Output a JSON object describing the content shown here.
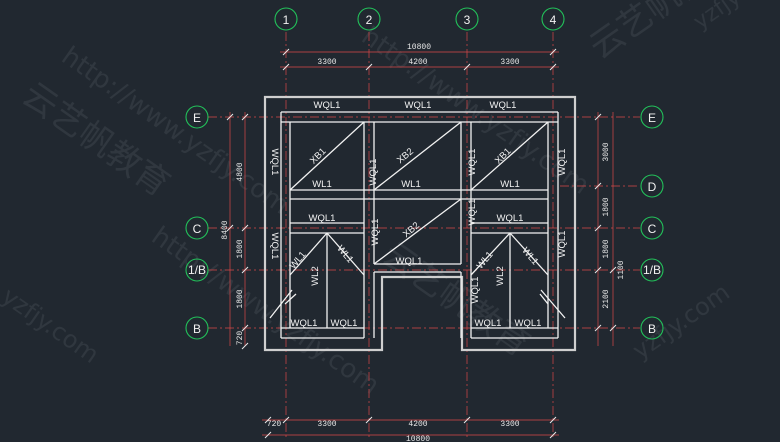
{
  "colors": {
    "background": "#212830",
    "wall": "#cfcfcf",
    "beam": "#f2f2f2",
    "dimension": "#d94848",
    "axis_bubble": "#22c15a",
    "axis_line": "#d94848"
  },
  "watermarks": [
    "http://www.yzfjy.com",
    "云艺帆教育",
    "yzfjy.com",
    "yzfjy",
    ".com"
  ],
  "axes": {
    "top": [
      "1",
      "2",
      "3",
      "4"
    ],
    "left": [
      "E",
      "C",
      "1/B",
      "B"
    ],
    "right": [
      "E",
      "D",
      "C",
      "1/B",
      "B"
    ]
  },
  "dimensions": {
    "top_total": "10800",
    "top_parts": [
      "3300",
      "4200",
      "3300"
    ],
    "bottom_parts": [
      "720",
      "3300",
      "4200",
      "3300"
    ],
    "bottom_total": "10800",
    "left_total": "8400",
    "left_parts": [
      "4800",
      "1800",
      "1800",
      "720"
    ],
    "right_parts": [
      "3000",
      "1800",
      "1800",
      "2100"
    ],
    "right_total": "1100"
  },
  "beam_labels": {
    "wql1": "WQL1",
    "wl1": "WL1",
    "wl2": "WL2",
    "xb1": "XB1",
    "xb2": "XB2"
  }
}
